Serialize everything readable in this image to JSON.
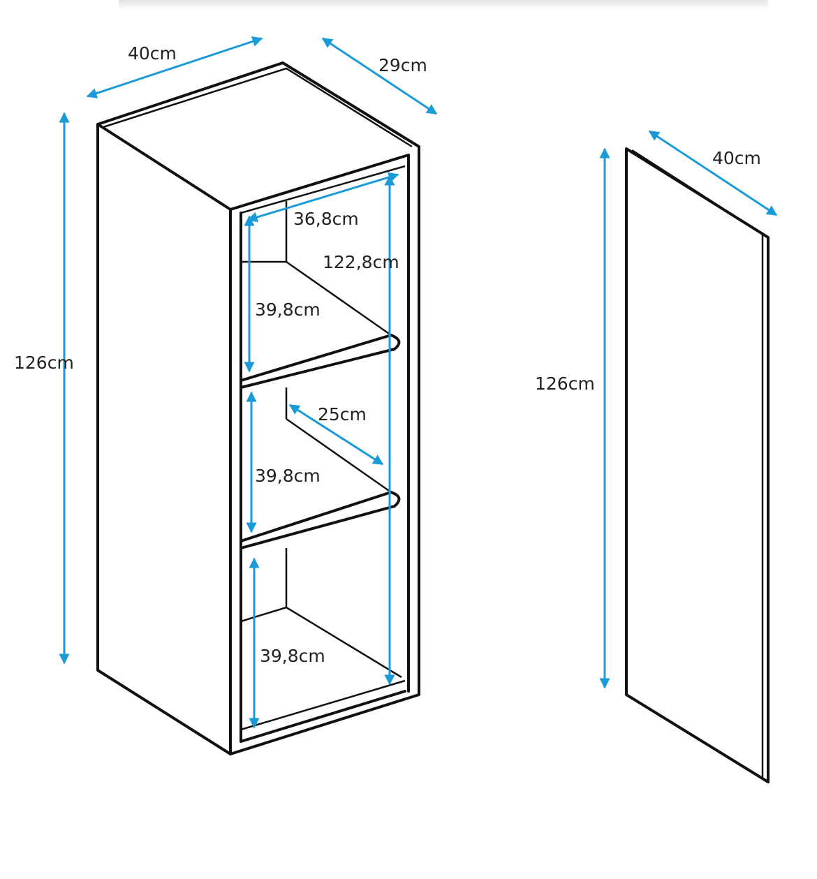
{
  "colors": {
    "dimension": "#1a9ad6",
    "outline": "#111111"
  },
  "cabinet": {
    "width": "40cm",
    "depth": "29cm",
    "height": "126cm",
    "inner_width": "36,8cm",
    "inner_height": "122,8cm",
    "shelf_depth": "25cm",
    "compartments": [
      "39,8cm",
      "39,8cm",
      "39,8cm"
    ]
  },
  "door": {
    "width": "40cm",
    "height": "126cm"
  }
}
